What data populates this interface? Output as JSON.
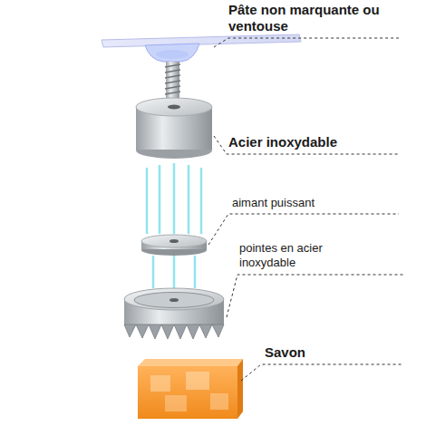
{
  "diagram": {
    "labels": [
      "Pâte non marquante ou ventouse",
      "Acier inoxydable",
      "aimant puissant",
      "pointes en acier inoxydable",
      "Savon"
    ]
  }
}
